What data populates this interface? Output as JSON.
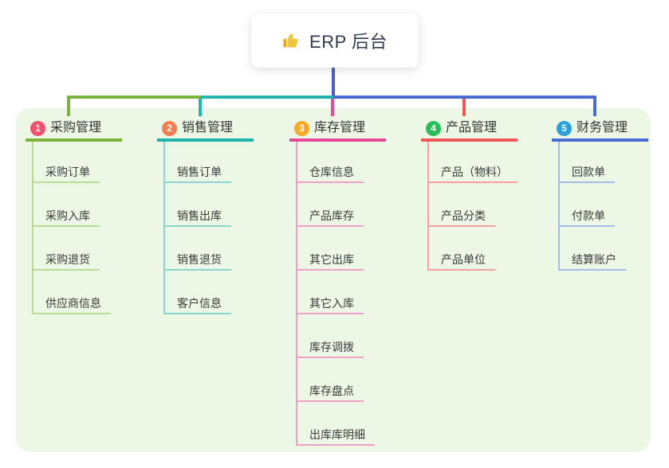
{
  "root": {
    "title": "ERP 后台",
    "icon": "thumbs-up"
  },
  "colors": {
    "page_bg": "#FFFFFF",
    "panel_bg": "#ECF7E6",
    "root_connector": "#4C5ECF",
    "root_text": "#2F3A52",
    "branch_text": "#333333",
    "child_text": "#3A3A3A",
    "icon_yellow": "#F5C23C"
  },
  "branches": [
    {
      "num": "1",
      "label": "采购管理",
      "badge_color": "#F2526B",
      "line_color": "#7CB53E",
      "light_color": "#B7DC92",
      "children": [
        "采购订单",
        "采购入库",
        "采购退货",
        "供应商信息"
      ]
    },
    {
      "num": "2",
      "label": "销售管理",
      "badge_color": "#F87C4E",
      "line_color": "#1FB5AD",
      "light_color": "#85D6D0",
      "children": [
        "销售订单",
        "销售出库",
        "销售退货",
        "客户信息"
      ]
    },
    {
      "num": "3",
      "label": "库存管理",
      "badge_color": "#F9A825",
      "line_color": "#E8489B",
      "light_color": "#F19FC8",
      "children": [
        "仓库信息",
        "产品库存",
        "其它出库",
        "其它入库",
        "库存调拨",
        "库存盘点",
        "出库库明细"
      ]
    },
    {
      "num": "4",
      "label": "产品管理",
      "badge_color": "#27BE56",
      "line_color": "#EF5757",
      "light_color": "#F6A09E",
      "children": [
        "产品（物料）",
        "产品分类",
        "产品单位"
      ]
    },
    {
      "num": "5",
      "label": "财务管理",
      "badge_color": "#2B9FD8",
      "line_color": "#4A6BD2",
      "light_color": "#A2B9E9",
      "children": [
        "回款单",
        "付款单",
        "结算账户"
      ]
    }
  ]
}
